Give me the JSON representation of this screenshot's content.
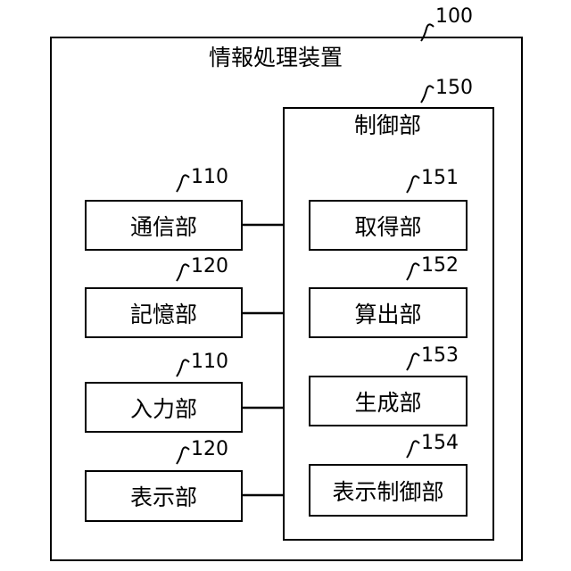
{
  "device": {
    "title": "情報処理装置",
    "ref": "100"
  },
  "control": {
    "title": "制御部",
    "ref": "150"
  },
  "left_blocks": [
    {
      "label": "通信部",
      "ref": "110"
    },
    {
      "label": "記憶部",
      "ref": "120"
    },
    {
      "label": "入力部",
      "ref": "110"
    },
    {
      "label": "表示部",
      "ref": "120"
    }
  ],
  "inner_blocks": [
    {
      "label": "取得部",
      "ref": "151"
    },
    {
      "label": "算出部",
      "ref": "152"
    },
    {
      "label": "生成部",
      "ref": "153"
    },
    {
      "label": "表示制御部",
      "ref": "154"
    }
  ]
}
